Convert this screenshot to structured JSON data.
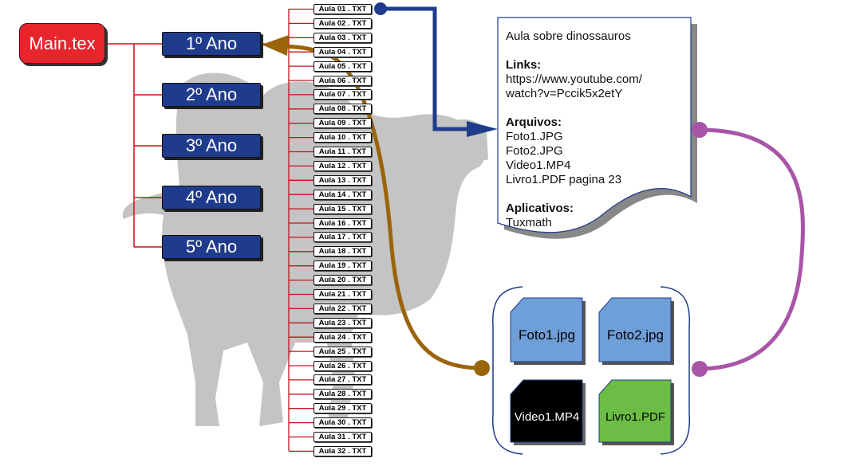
{
  "main": {
    "label": "Main.tex",
    "color": "#e8252d"
  },
  "years": [
    "1º Ano",
    "2º Ano",
    "3º Ano",
    "4º Ano",
    "5º Ano"
  ],
  "aulas": [
    "Aula 01 . TXT",
    "Aula 02 . TXT",
    "Aula 03 . TXT",
    "Aula 04 . TXT",
    "Aula 05 . TXT",
    "Aula 06 . TXT",
    "Aula 07 . TXT",
    "Aula 08 . TXT",
    "Aula 09 . TXT",
    "Aula 10 . TXT",
    "Aula 11 . TXT",
    "Aula 12 . TXT",
    "Aula 13 . TXT",
    "Aula 14 . TXT",
    "Aula 15 . TXT",
    "Aula 16 . TXT",
    "Aula 17 . TXT",
    "Aula 18 . TXT",
    "Aula 19 . TXT",
    "Aula 20 . TXT",
    "Aula 21 . TXT",
    "Aula 22 . TXT",
    "Aula 23 . TXT",
    "Aula 24 . TXT",
    "Aula 25 . TXT",
    "Aula 26 . TXT",
    "Aula 27 . TXT",
    "Aula 28 . TXT",
    "Aula 29 . TXT",
    "Aula 30 . TXT",
    "Aula 31 . TXT",
    "Aula 32 . TXT"
  ],
  "document": {
    "title": "Aula sobre dinossauros",
    "links_heading": "Links:",
    "links": [
      "https://www.youtube.com/",
      "watch?v=Pccik5x2etY"
    ],
    "files_heading": "Arquivos:",
    "files": [
      "Foto1.JPG",
      "Foto2.JPG",
      "Video1.MP4",
      "Livro1.PDF pagina 23"
    ],
    "apps_heading": "Aplicativos:",
    "apps": [
      "Tuxmath"
    ]
  },
  "file_icons": {
    "foto1": "Foto1.jpg",
    "foto2": "Foto2.jpg",
    "video": "Video1.MP4",
    "livro": "Livro1.PDF"
  },
  "colors": {
    "year_fill": "#1f3c8c",
    "tree_lines": "#c0161c",
    "arrow_blue": "#1f3c8c",
    "arrow_brown": "#9a640a",
    "link_purple": "#a855a8",
    "photo_fill": "#6f9fd8",
    "video_fill": "#000000",
    "pdf_fill": "#6cbd45",
    "camel": "#c4c4c4"
  }
}
